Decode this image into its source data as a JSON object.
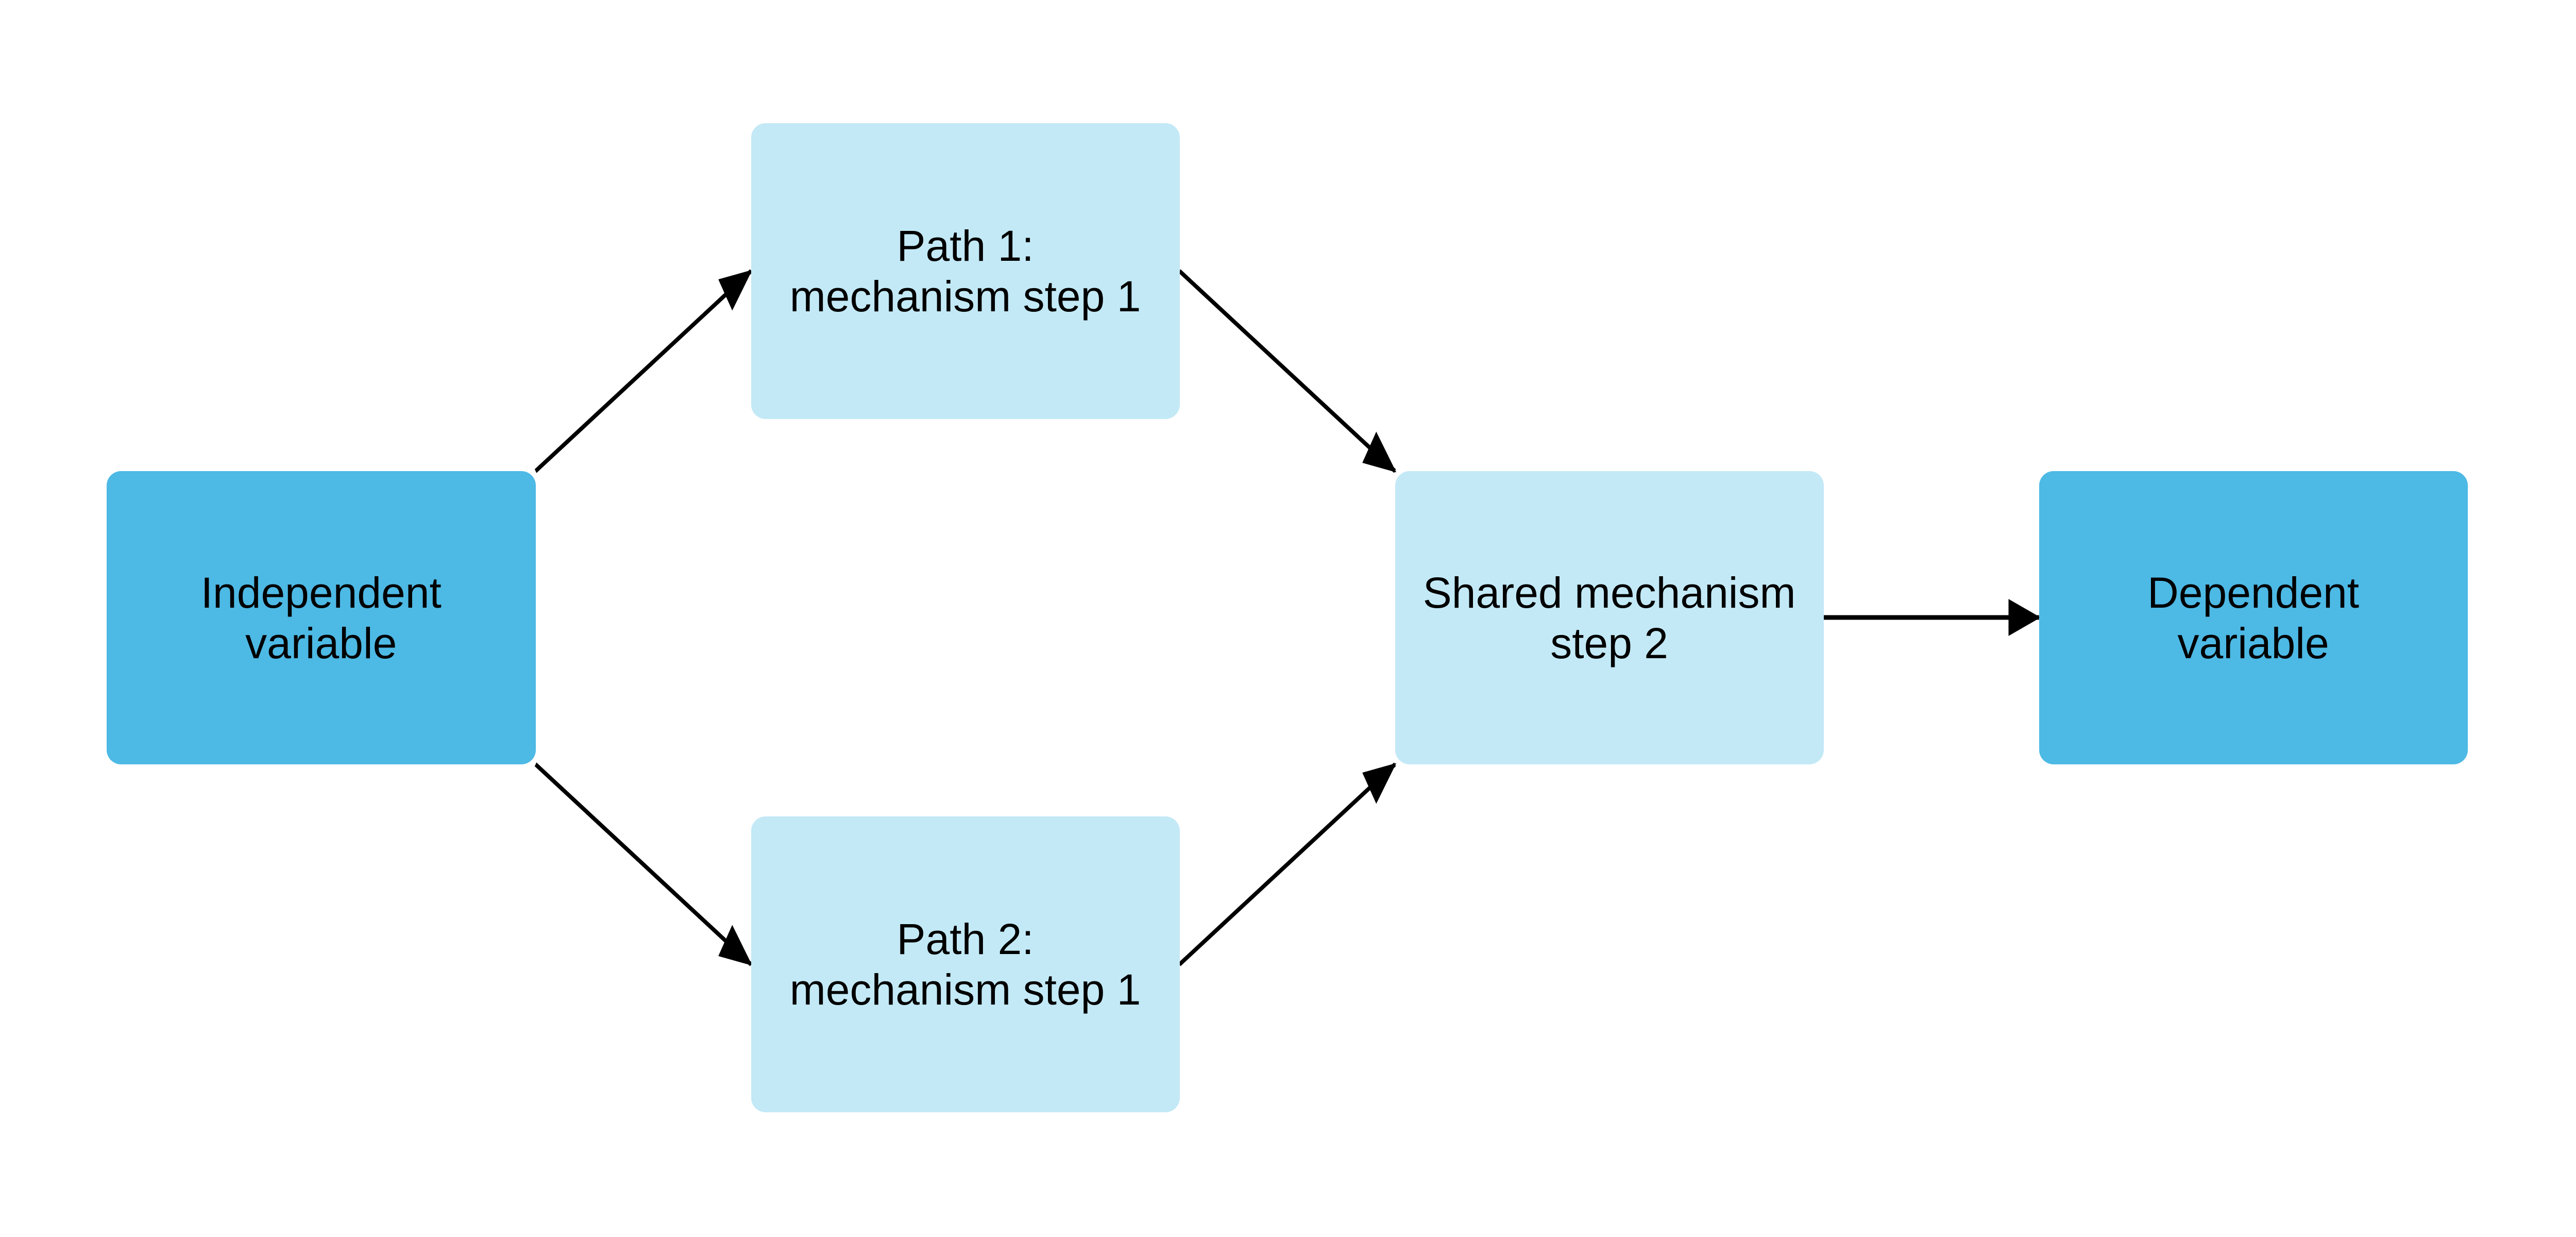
{
  "colors": {
    "primary": "#4DB9E5",
    "secondary": "#C3E9F6",
    "arrow": "#000000"
  },
  "nodes": {
    "independent": {
      "line1": "Independent",
      "line2": "variable"
    },
    "path1": {
      "line1": "Path 1:",
      "line2": "mechanism step 1"
    },
    "path2": {
      "line1": "Path 2:",
      "line2": "mechanism step 1"
    },
    "shared": {
      "line1": "Shared mechanism",
      "line2": "step 2"
    },
    "dependent": {
      "line1": "Dependent",
      "line2": "variable"
    }
  },
  "edges": [
    {
      "from": "independent",
      "to": "path1"
    },
    {
      "from": "independent",
      "to": "path2"
    },
    {
      "from": "path1",
      "to": "shared"
    },
    {
      "from": "path2",
      "to": "shared"
    },
    {
      "from": "shared",
      "to": "dependent"
    }
  ]
}
